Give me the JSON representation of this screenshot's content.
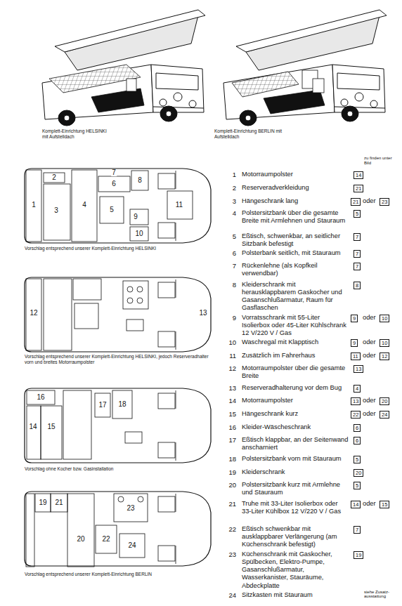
{
  "diagram": {
    "labels": [
      "Komplett-Einrichtung HELSINKI mit Aufstelldach",
      "Komplett-Einrichtung BERLIN mit Aufstelldach",
      "zu finden unter Bild",
      "1",
      "2",
      "3",
      "4",
      "5",
      "6",
      "7",
      "8",
      "9",
      "10",
      "11",
      "Vorschlag entsprechend unserer Komplett-Einrichtung HELSINKI",
      "12",
      "13",
      "Vorschlag entsprechend unserer Komplett-Einrichtung HELSINKI, jedoch Reserveradhalter vorn und breites Motorraumpolster",
      "16",
      "14",
      "15",
      "17",
      "18",
      "Vorschlag ohne Kocher bzw. Gasinstallation",
      "19",
      "21",
      "23",
      "20",
      "22",
      "24",
      "Vorschlag entsprechend unserer Komplett-Einrichtung BERLIN",
      "1",
      "Motorraumpolster",
      "14",
      "2",
      "Reserveradverkleidung",
      "21",
      "3",
      "Hängeschrank lang",
      "21",
      "oder",
      "23",
      "4",
      "Polstersitzbank über die gesamte Breite mit Armlehnen und Stauraum",
      "5",
      "5",
      "Eßtisch, schwenkbar, an seitlicher Sitzbank befestigt",
      "7",
      "6",
      "Polsterbank seitlich, mit Stauraum",
      "7",
      "7",
      "Rückenlehne (als Kopfkeil verwendbar)",
      "7",
      "8",
      "Kleiderschrank mit herausklappbarem Gaskocher und Gasanschlußarmatur, Raum für Gasflaschen",
      "8",
      "9",
      "Vorratsschrank mit 55-Liter Isolierbox oder 45-Liter Kühlschrank 12 V/220 V / Gas",
      "9",
      "oder",
      "10",
      "10",
      "Waschregal mit Klapptisch",
      "9",
      "oder",
      "10",
      "11",
      "Zusätzlich im Fahrerhaus",
      "11",
      "oder",
      "12",
      "12",
      "Motorraumpolster über die gesamte Breite",
      "13",
      "13",
      "Reserveradhalterung vor dem Bug",
      "4",
      "14",
      "Motorraumpolster",
      "13",
      "oder",
      "20",
      "15",
      "Hängeschrank kurz",
      "22",
      "oder",
      "24",
      "16",
      "Kleider-Wäscheschrank",
      "6",
      "17",
      "Eßtisch klappbar, an der Seitenwand anscharniert",
      "6",
      "18",
      "Polstersitzbank vorn mit Stauraum",
      "5",
      "19",
      "Kleiderschrank",
      "20",
      "20",
      "Polstersitzbank kurz mit Armlehne und Stauraum",
      "5",
      "21",
      "Truhe mit 33-Liter Isolierbox oder 33-Liter Kühlbox 12 V/220 V / Gas",
      "14",
      "oder",
      "15",
      "22",
      "Eßtisch schwenkbar mit ausklappbarer Verlängerung (am Küchenschrank befestigt)",
      "7",
      "23",
      "Küchenschrank mit Gaskocher, Spülbecken, Elektro-Pumpe, Gasanschlußarmatur, Wasserkanister, Stauräume, Abdeckplatte",
      "19",
      "24",
      "Sitzkasten mit Stauraum",
      "siehe Zusatz-ausstattung"
    ]
  }
}
